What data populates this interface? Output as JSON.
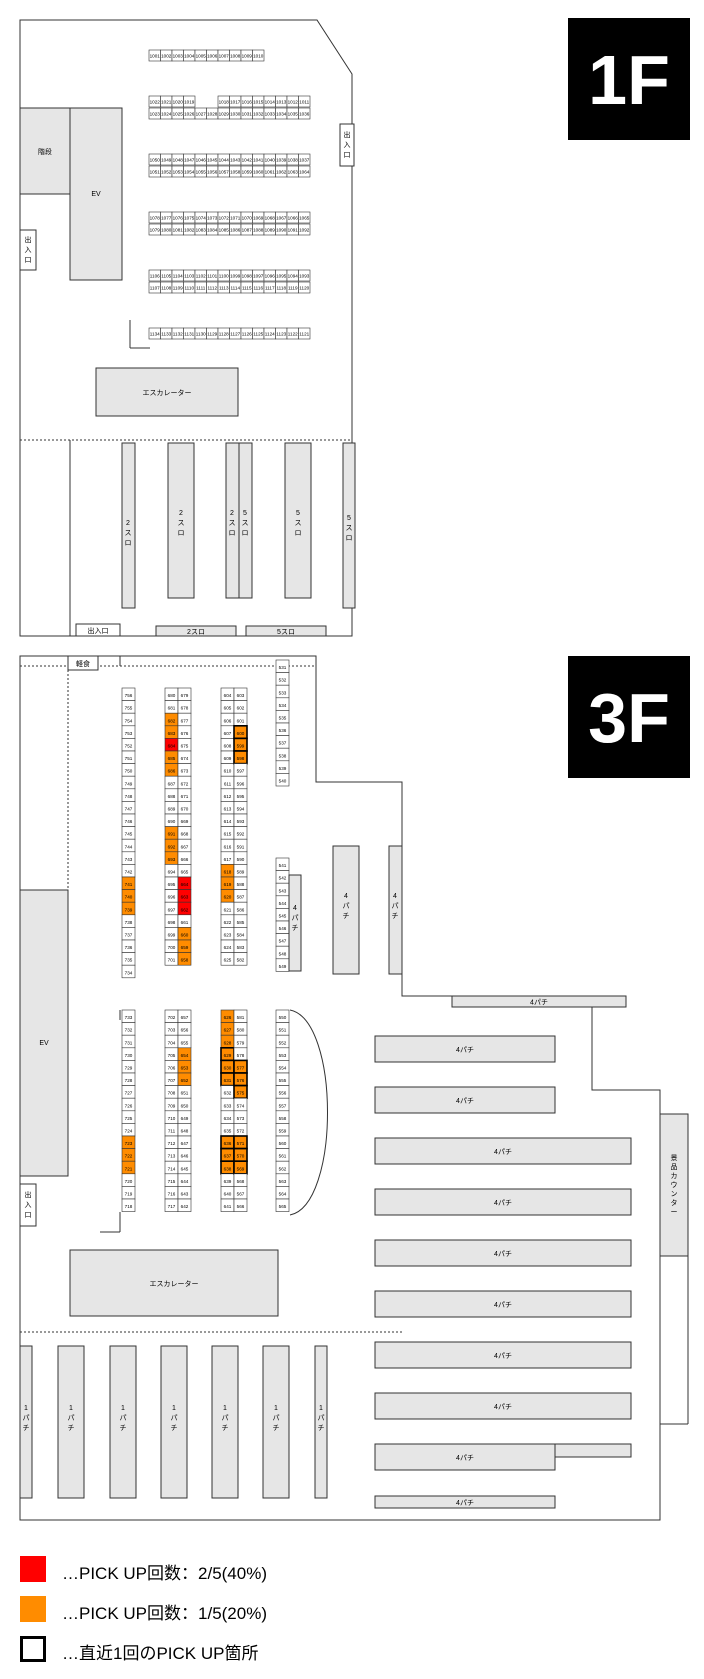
{
  "floors": {
    "f1": {
      "badge": "1F",
      "exit": "出入口",
      "stairs": "階段",
      "ev": "EV",
      "escalator": "エスカレーター",
      "slot2": "2スロ",
      "slot5": "5スロ",
      "rows": [
        [
          "1001",
          "1002",
          "1003",
          "1004",
          "1005",
          "1006",
          "1007",
          "1008",
          "1009",
          "1010"
        ],
        [
          "1022",
          "1021",
          "1020",
          "1019",
          "",
          "",
          "1018",
          "1017",
          "1016",
          "1015",
          "1014",
          "1013",
          "1012",
          "1011"
        ],
        [
          "1023",
          "1024",
          "1025",
          "1026",
          "1027",
          "1028",
          "1029",
          "1030",
          "1031",
          "1032",
          "1033",
          "1034",
          "1035",
          "1036"
        ],
        [
          "1050",
          "1049",
          "1048",
          "1047",
          "1046",
          "1045",
          "1044",
          "1043",
          "1042",
          "1041",
          "1040",
          "1039",
          "1038",
          "1037"
        ],
        [
          "1051",
          "1052",
          "1053",
          "1054",
          "1055",
          "1056",
          "1057",
          "1058",
          "1059",
          "1060",
          "1061",
          "1062",
          "1063",
          "1064"
        ],
        [
          "1078",
          "1077",
          "1076",
          "1075",
          "1074",
          "1073",
          "1072",
          "1071",
          "1070",
          "1069",
          "1068",
          "1067",
          "1066",
          "1065"
        ],
        [
          "1079",
          "1080",
          "1081",
          "1082",
          "1083",
          "1084",
          "1085",
          "1086",
          "1087",
          "1088",
          "1089",
          "1090",
          "1091",
          "1092"
        ],
        [
          "1106",
          "1105",
          "1104",
          "1103",
          "1102",
          "1101",
          "1100",
          "1099",
          "1098",
          "1097",
          "1096",
          "1095",
          "1094",
          "1093"
        ],
        [
          "1107",
          "1108",
          "1109",
          "1110",
          "1111",
          "1112",
          "1113",
          "1114",
          "1115",
          "1116",
          "1117",
          "1118",
          "1119",
          "1120"
        ],
        [
          "1134",
          "1133",
          "1132",
          "1131",
          "1130",
          "1129",
          "1128",
          "1127",
          "1126",
          "1125",
          "1124",
          "1123",
          "1122",
          "1121"
        ]
      ]
    },
    "f3": {
      "badge": "3F",
      "snack": "軽食",
      "ev": "EV",
      "exit": "出入口",
      "escalator": "エスカレーター",
      "pachi4": "4パチ",
      "pachi1": "1パチ",
      "prize_counter": "景品カウンター",
      "colA_top": [
        "756",
        "755",
        "754",
        "753",
        "752",
        "751",
        "750",
        "749",
        "748",
        "747",
        "746",
        "745",
        "744",
        "743",
        "742",
        "741",
        "740",
        "739",
        "738",
        "737",
        "736",
        "735",
        "734"
      ],
      "colB_top": [
        "680",
        "681",
        "682",
        "683",
        "684",
        "685",
        "686",
        "687",
        "688",
        "689",
        "690",
        "691",
        "692",
        "693",
        "694",
        "695",
        "696",
        "697",
        "698",
        "699",
        "700",
        "701"
      ],
      "colC_top": [
        "679",
        "678",
        "677",
        "676",
        "675",
        "674",
        "673",
        "672",
        "671",
        "670",
        "669",
        "668",
        "667",
        "666",
        "665",
        "664",
        "663",
        "662",
        "661",
        "660",
        "659",
        "658"
      ],
      "colD_top": [
        "604",
        "605",
        "606",
        "607",
        "608",
        "609",
        "610",
        "611",
        "612",
        "613",
        "614",
        "615",
        "616",
        "617",
        "618",
        "619",
        "620",
        "621",
        "622",
        "623",
        "624",
        "625"
      ],
      "colE_top": [
        "603",
        "602",
        "601",
        "600",
        "599",
        "598",
        "597",
        "596",
        "595",
        "594",
        "593",
        "592",
        "591",
        "590",
        "589",
        "588",
        "587",
        "586",
        "585",
        "584",
        "583",
        "582"
      ],
      "colF_top": [
        "531",
        "532",
        "533",
        "534",
        "535",
        "536",
        "537",
        "538",
        "539",
        "540"
      ],
      "colF_mid": [
        "541",
        "542",
        "543",
        "544",
        "545",
        "546",
        "547",
        "548",
        "549"
      ],
      "colA_bot": [
        "733",
        "732",
        "731",
        "730",
        "729",
        "728",
        "727",
        "726",
        "725",
        "724",
        "723",
        "722",
        "721",
        "720",
        "719",
        "718"
      ],
      "colB_bot": [
        "702",
        "703",
        "704",
        "705",
        "706",
        "707",
        "708",
        "709",
        "710",
        "711",
        "712",
        "713",
        "714",
        "715",
        "716",
        "717"
      ],
      "colC_bot": [
        "657",
        "656",
        "655",
        "654",
        "653",
        "652",
        "651",
        "650",
        "649",
        "648",
        "647",
        "646",
        "645",
        "644",
        "643",
        "642"
      ],
      "colD_bot": [
        "626",
        "627",
        "628",
        "629",
        "630",
        "631",
        "632",
        "633",
        "634",
        "635",
        "636",
        "637",
        "638",
        "639",
        "640",
        "641"
      ],
      "colE_bot": [
        "581",
        "580",
        "579",
        "578",
        "577",
        "576",
        "575",
        "574",
        "573",
        "572",
        "571",
        "570",
        "569",
        "568",
        "567",
        "566"
      ],
      "colF_bot": [
        "550",
        "551",
        "552",
        "553",
        "554",
        "555",
        "556",
        "557",
        "558",
        "559",
        "560",
        "561",
        "562",
        "563",
        "564",
        "565"
      ],
      "highlight_red": [
        "684",
        "664",
        "663",
        "662"
      ],
      "highlight_orange": [
        "682",
        "683",
        "685",
        "686",
        "691",
        "692",
        "693",
        "741",
        "740",
        "739",
        "660",
        "659",
        "658",
        "600",
        "599",
        "598",
        "618",
        "619",
        "620",
        "626",
        "627",
        "628",
        "629",
        "630",
        "631",
        "577",
        "576",
        "575",
        "654",
        "653",
        "652",
        "723",
        "722",
        "721",
        "636",
        "637",
        "638",
        "571",
        "570",
        "569"
      ],
      "highlight_outline": [
        "600",
        "599",
        "598",
        "629",
        "630",
        "631",
        "577",
        "576",
        "575",
        "636",
        "637",
        "638",
        "571",
        "570",
        "569"
      ]
    }
  },
  "legend": {
    "red": {
      "text": "…PICK UP回数：2/5(40%)",
      "color": "#ff0000"
    },
    "orange": {
      "text": "…PICK UP回数：1/5(20%)",
      "color": "#ff8c00"
    },
    "outline": {
      "text": "…直近1回のPICK UP箇所"
    }
  }
}
